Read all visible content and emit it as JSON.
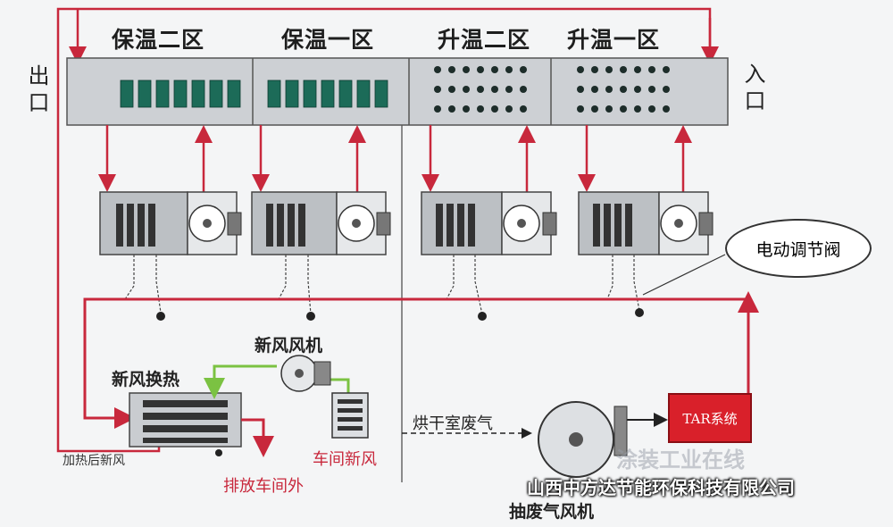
{
  "zones": [
    "保温二区",
    "保温一区",
    "升温二区",
    "升温一区"
  ],
  "outlet_label": "出口",
  "inlet_label": "入口",
  "valve_callout": "电动调节阀",
  "fresh_air_fan": "新风风机",
  "fresh_air_heat_exchanger": "新风换热",
  "heated_fresh_air": "加热后新风",
  "discharge_outside": "排放车间外",
  "workshop_fresh_air": "车间新风",
  "drying_room_exhaust": "烘干室废气",
  "tar_system": "TAR系统",
  "exhaust_fan": "抽废气风机",
  "watermark": "涂装工业在线",
  "company": "山西中方达节能环保科技有限公司",
  "colors": {
    "red": "#c8283c",
    "green": "#7bc242",
    "dark_green": "#1c6b58",
    "tar": "#d9202a"
  }
}
